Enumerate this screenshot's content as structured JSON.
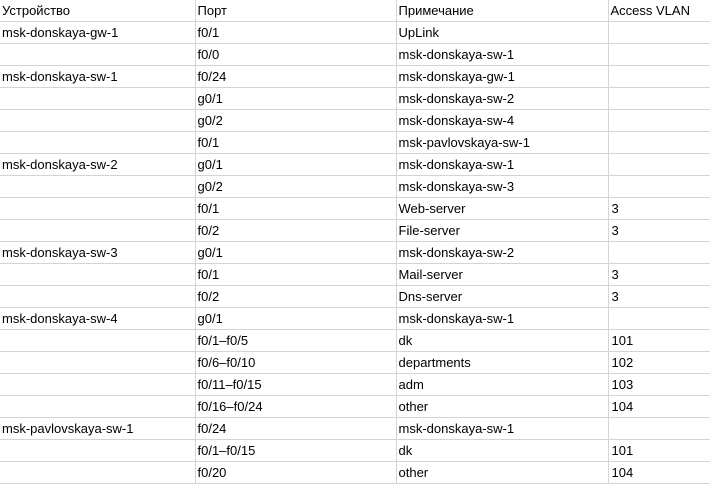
{
  "table": {
    "headers": [
      "Устройство",
      "Порт",
      "Примечание",
      "Access VLAN"
    ],
    "groups": [
      {
        "device": "msk-donskaya-gw-1",
        "rows": [
          {
            "port": "f0/1",
            "note": "UpLink",
            "vlan": ""
          },
          {
            "port": "f0/0",
            "note": "msk-donskaya-sw-1",
            "vlan": ""
          }
        ]
      },
      {
        "device": "msk-donskaya-sw-1",
        "rows": [
          {
            "port": "f0/24",
            "note": "msk-donskaya-gw-1",
            "vlan": ""
          },
          {
            "port": "g0/1",
            "note": "msk-donskaya-sw-2",
            "vlan": ""
          },
          {
            "port": "g0/2",
            "note": "msk-donskaya-sw-4",
            "vlan": ""
          },
          {
            "port": "f0/1",
            "note": "msk-pavlovskaya-sw-1",
            "vlan": ""
          }
        ]
      },
      {
        "device": "msk-donskaya-sw-2",
        "rows": [
          {
            "port": "g0/1",
            "note": "msk-donskaya-sw-1",
            "vlan": ""
          },
          {
            "port": "g0/2",
            "note": "msk-donskaya-sw-3",
            "vlan": ""
          },
          {
            "port": "f0/1",
            "note": "Web-server",
            "vlan": "3"
          },
          {
            "port": "f0/2",
            "note": "File-server",
            "vlan": "3"
          }
        ]
      },
      {
        "device": "msk-donskaya-sw-3",
        "rows": [
          {
            "port": "g0/1",
            "note": "msk-donskaya-sw-2",
            "vlan": ""
          },
          {
            "port": "f0/1",
            "note": "Mail-server",
            "vlan": "3"
          },
          {
            "port": "f0/2",
            "note": "Dns-server",
            "vlan": "3"
          }
        ]
      },
      {
        "device": "msk-donskaya-sw-4",
        "rows": [
          {
            "port": "g0/1",
            "note": "msk-donskaya-sw-1",
            "vlan": ""
          },
          {
            "port": "f0/1–f0/5",
            "note": "dk",
            "vlan": "101"
          },
          {
            "port": "f0/6–f0/10",
            "note": "departments",
            "vlan": "102"
          },
          {
            "port": "f0/11–f0/15",
            "note": "adm",
            "vlan": "103"
          },
          {
            "port": "f0/16–f0/24",
            "note": "other",
            "vlan": "104"
          }
        ]
      },
      {
        "device": "msk-pavlovskaya-sw-1",
        "rows": [
          {
            "port": "f0/24",
            "note": "msk-donskaya-sw-1",
            "vlan": ""
          },
          {
            "port": "f0/1–f0/15",
            "note": "dk",
            "vlan": "101"
          },
          {
            "port": "f0/20",
            "note": "other",
            "vlan": "104"
          }
        ]
      }
    ]
  }
}
